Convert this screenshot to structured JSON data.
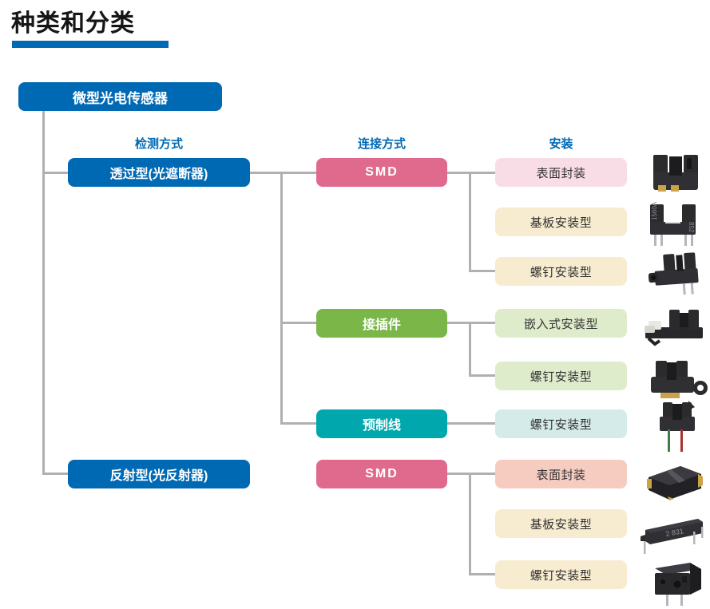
{
  "page_title": "种类和分类",
  "colors": {
    "primary_blue": "#0069b4",
    "pink": "#e06a8e",
    "green": "#7ab648",
    "teal": "#00a7ac",
    "light_pink": "#f8dce6",
    "cream": "#f7ecd0",
    "light_green": "#dfeccc",
    "light_teal": "#d5ebe9",
    "salmon": "#f7ccc0",
    "connector_gray": "#b0b0b3"
  },
  "root": {
    "label": "微型光电传感器"
  },
  "headers": {
    "detection": "检测方式",
    "connection": "连接方式",
    "mounting": "安装"
  },
  "detection": [
    {
      "label": "透过型(光遮断器)"
    },
    {
      "label": "反射型(光反射器)"
    }
  ],
  "connection": [
    {
      "label": "SMD"
    },
    {
      "label": "接插件"
    },
    {
      "label": "预制线"
    },
    {
      "label": "SMD"
    }
  ],
  "mounting": [
    {
      "label": "表面封装",
      "image": "surface-mount-slot-sensor-photo"
    },
    {
      "label": "基板安装型",
      "image": "pcb-mount-slot-sensor-photo"
    },
    {
      "label": "螺钉安装型",
      "image": "screw-mount-slot-sensor-photo"
    },
    {
      "label": "嵌入式安装型",
      "image": "snap-in-connector-sensor-photo"
    },
    {
      "label": "螺钉安装型",
      "image": "screw-mount-connector-sensor-photo"
    },
    {
      "label": "螺钉安装型",
      "image": "screw-mount-prewired-sensor-photo"
    },
    {
      "label": "表面封装",
      "image": "smd-reflective-chip-photo"
    },
    {
      "label": "基板安装型",
      "image": "pcb-mount-reflective-sensor-photo"
    },
    {
      "label": "螺钉安装型",
      "image": "screw-mount-reflective-sensor-photo"
    }
  ]
}
